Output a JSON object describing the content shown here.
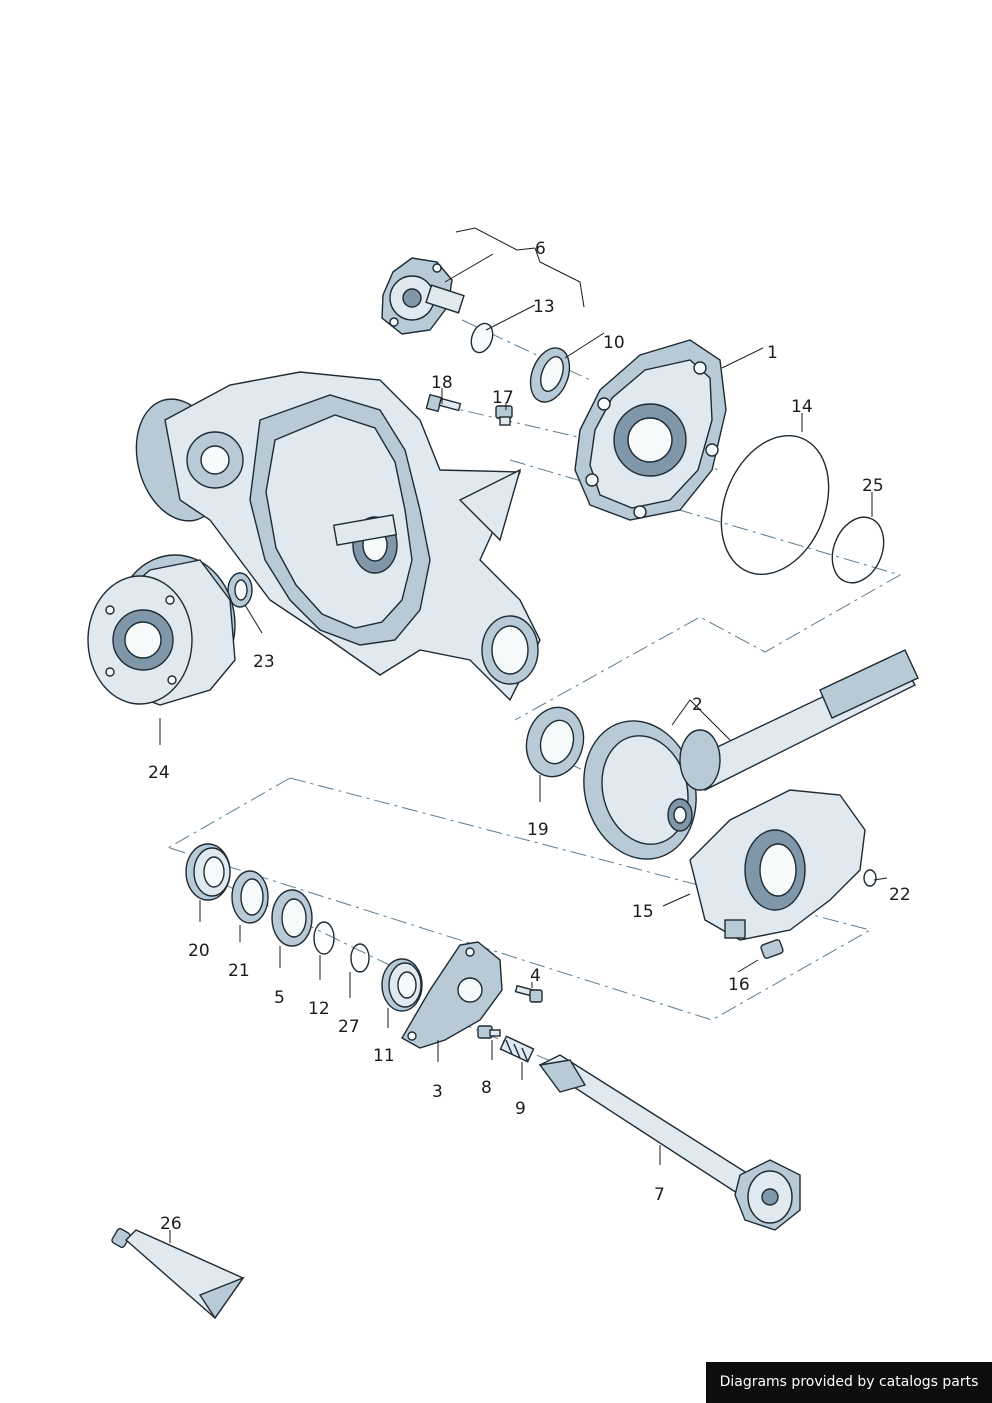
{
  "callouts": {
    "c1": "1",
    "c2": "2",
    "c3": "3",
    "c4": "4",
    "c5": "5",
    "c6": "6",
    "c7": "7",
    "c8": "8",
    "c9": "9",
    "c10": "10",
    "c11": "11",
    "c12": "12",
    "c13": "13",
    "c14": "14",
    "c15": "15",
    "c16": "16",
    "c17": "17",
    "c18": "18",
    "c19": "19",
    "c20": "20",
    "c21": "21",
    "c22": "22",
    "c23": "23",
    "c24": "24",
    "c25": "25",
    "c26": "26",
    "c27": "27"
  },
  "footer": {
    "text": "Diagrams provided by catalogs parts"
  },
  "colors": {
    "part_fill": "#dfe9ef",
    "part_shade": "#b8cad6",
    "part_dark": "#7f97a8",
    "line": "#1e2a33",
    "axis": "#5d7d92",
    "footer_bg": "#0d0d0d"
  }
}
